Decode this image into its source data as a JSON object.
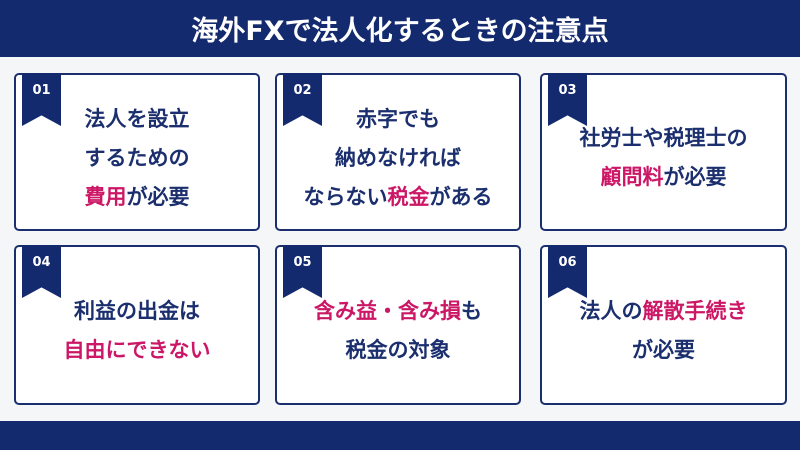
{
  "header": {
    "title": "海外FXで法人化するときの注意点"
  },
  "colors": {
    "navy": "#142a6f",
    "accent": "#cc1766",
    "card_bg": "#ffffff",
    "page_bg": "#f5f6f8"
  },
  "cards": [
    {
      "number": "01",
      "lines": [
        [
          {
            "t": "法人を設立",
            "hl": false
          }
        ],
        [
          {
            "t": "するための",
            "hl": false
          }
        ],
        [
          {
            "t": "費用",
            "hl": true
          },
          {
            "t": "が必要",
            "hl": false
          }
        ]
      ]
    },
    {
      "number": "02",
      "lines": [
        [
          {
            "t": "赤字でも",
            "hl": false
          }
        ],
        [
          {
            "t": "納めなければ",
            "hl": false
          }
        ],
        [
          {
            "t": "ならない",
            "hl": false
          },
          {
            "t": "税金",
            "hl": true
          },
          {
            "t": "がある",
            "hl": false
          }
        ]
      ]
    },
    {
      "number": "03",
      "lines": [
        [
          {
            "t": "社労士や税理士の",
            "hl": false
          }
        ],
        [
          {
            "t": "顧問料",
            "hl": true
          },
          {
            "t": "が必要",
            "hl": false
          }
        ]
      ]
    },
    {
      "number": "04",
      "lines": [
        [
          {
            "t": "利益の出金は",
            "hl": false
          }
        ],
        [
          {
            "t": "自由にできない",
            "hl": true
          }
        ]
      ]
    },
    {
      "number": "05",
      "lines": [
        [
          {
            "t": "含み益・含み損",
            "hl": true
          },
          {
            "t": "も",
            "hl": false
          }
        ],
        [
          {
            "t": "税金の対象",
            "hl": false
          }
        ]
      ]
    },
    {
      "number": "06",
      "lines": [
        [
          {
            "t": "法人の",
            "hl": false
          },
          {
            "t": "解散手続き",
            "hl": true
          }
        ],
        [
          {
            "t": "が必要",
            "hl": false
          }
        ]
      ]
    }
  ]
}
